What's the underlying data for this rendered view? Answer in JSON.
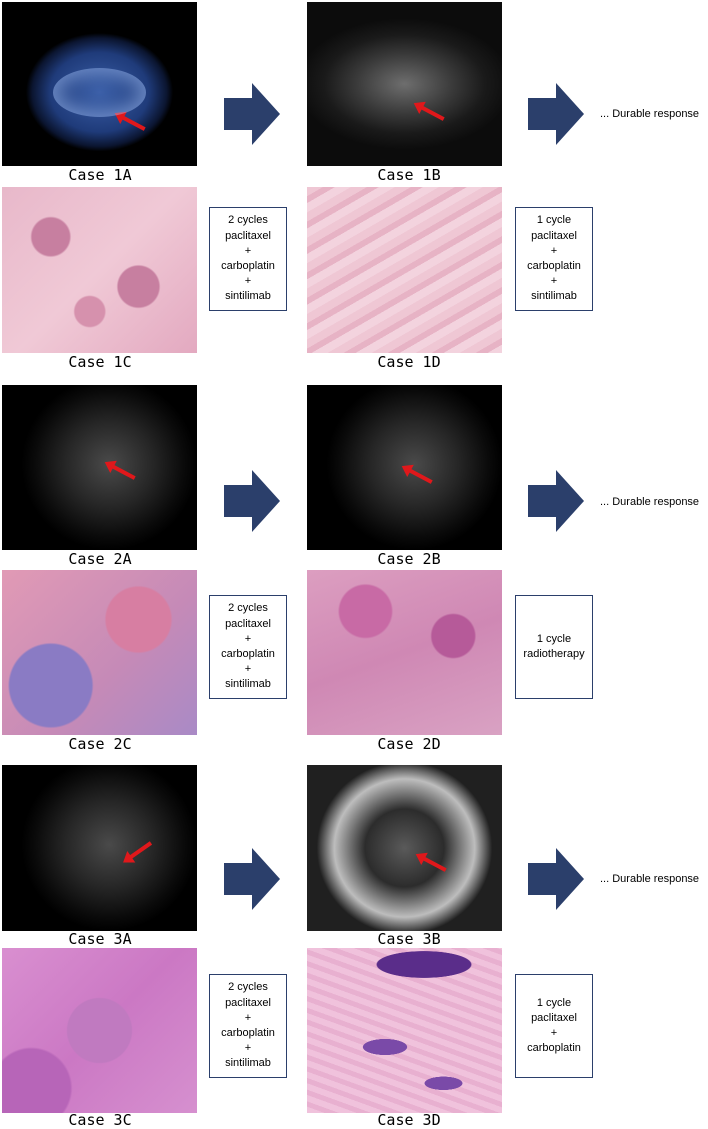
{
  "cases": [
    {
      "captions": [
        "Case 1A",
        "Case 1B",
        "Case 1C",
        "Case 1D"
      ],
      "treatment_1": [
        "2 cycles",
        "paclitaxel",
        "+",
        "carboplatin",
        "+",
        "sintilimab"
      ],
      "treatment_2": [
        "1 cycle",
        "paclitaxel",
        "+",
        "carboplatin",
        "+",
        "sintilimab"
      ],
      "outcome": "... Durable response"
    },
    {
      "captions": [
        "Case 2A",
        "Case 2B",
        "Case 2C",
        "Case 2D"
      ],
      "treatment_1": [
        "2 cycles",
        "paclitaxel",
        "+",
        "carboplatin",
        "+",
        "sintilimab"
      ],
      "treatment_2": [
        "1 cycle",
        "radiotherapy"
      ],
      "outcome": "... Durable response"
    },
    {
      "captions": [
        "Case 3A",
        "Case 3B",
        "Case 3C",
        "Case 3D"
      ],
      "treatment_1": [
        "2 cycles",
        "paclitaxel",
        "+",
        "carboplatin",
        "+",
        "sintilimab"
      ],
      "treatment_2": [
        "1 cycle",
        "paclitaxel",
        "+",
        "carboplatin"
      ],
      "outcome": "... Durable response"
    }
  ],
  "colors": {
    "flow_arrow": "#2b3f6b",
    "indicator_arrow": "#e0181b",
    "box_border": "#2b3f6b"
  }
}
